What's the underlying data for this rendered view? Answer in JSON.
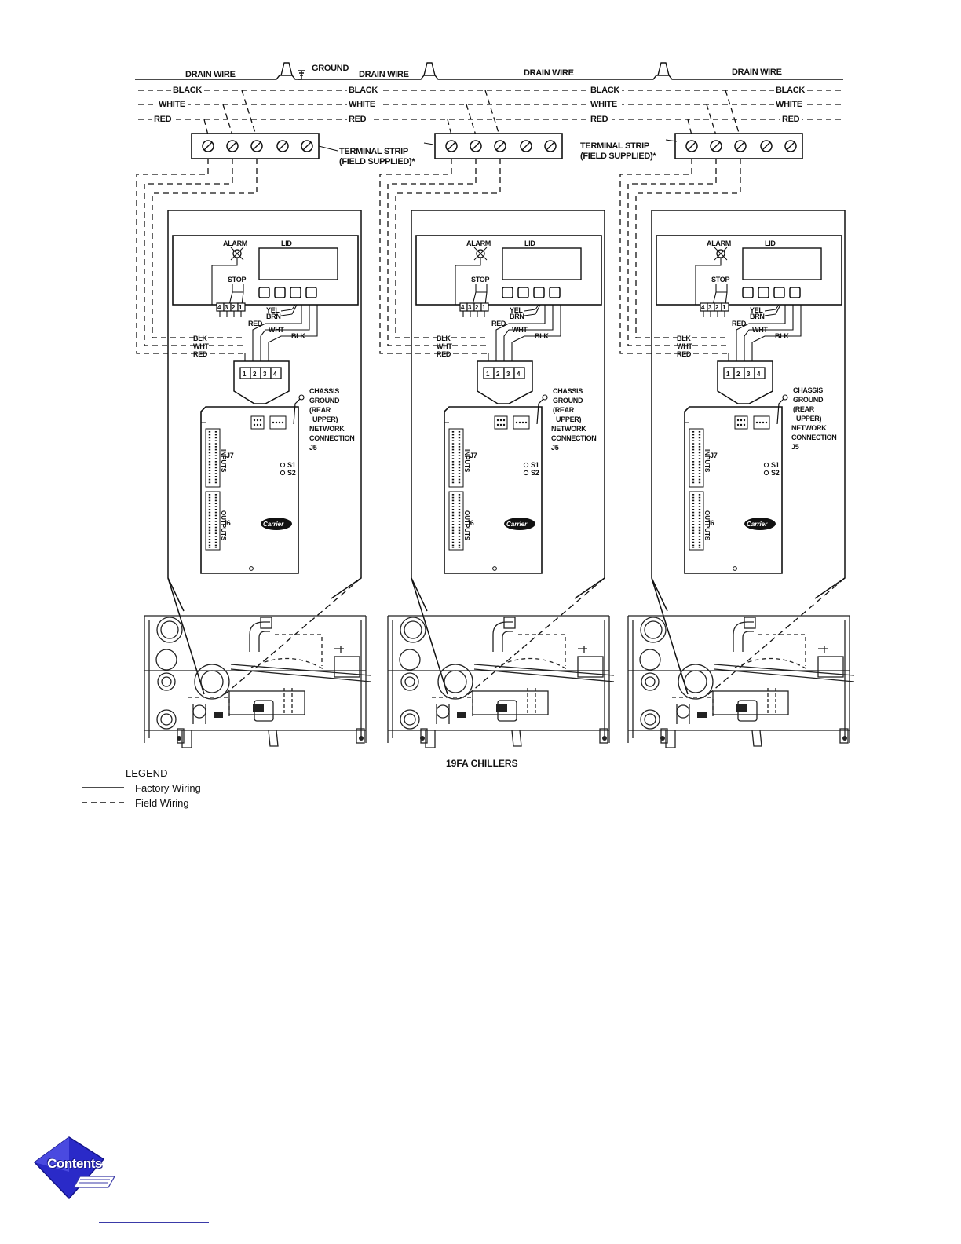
{
  "bus": {
    "drain_wire": "DRAIN WIRE",
    "ground": "GROUND",
    "black": "BLACK",
    "white": "WHITE",
    "red": "RED"
  },
  "terminal_strip": {
    "line1": "TERMINAL STRIP",
    "line2": "(FIELD SUPPLIED)*"
  },
  "panel": {
    "alarm": "ALARM",
    "lid": "LID",
    "stop": "STOP",
    "stop_terminals": [
      "4",
      "3",
      "2",
      "1"
    ],
    "yel": "YEL",
    "brn": "BRN",
    "red": "RED",
    "wht": "WHT",
    "blk": "BLK"
  },
  "connector": [
    "1",
    "2",
    "3",
    "4"
  ],
  "module": {
    "chassis_ground": [
      "CHASSIS",
      "GROUND",
      "(REAR",
      "UPPER)"
    ],
    "network_connection": [
      "NETWORK",
      "CONNECTION",
      "J5"
    ],
    "j7": "J7",
    "j6": "J6",
    "s1": "S1",
    "s2": "S2",
    "inputs": "INPUTS",
    "outputs": "OUTPUTS",
    "brand": "Carrier"
  },
  "caption": "19FA CHILLERS",
  "legend": {
    "title": "LEGEND",
    "items": [
      {
        "style": "solid",
        "label": "Factory Wiring"
      },
      {
        "style": "dashed",
        "label": "Field Wiring"
      }
    ]
  },
  "nav": {
    "contents": "Contents"
  }
}
